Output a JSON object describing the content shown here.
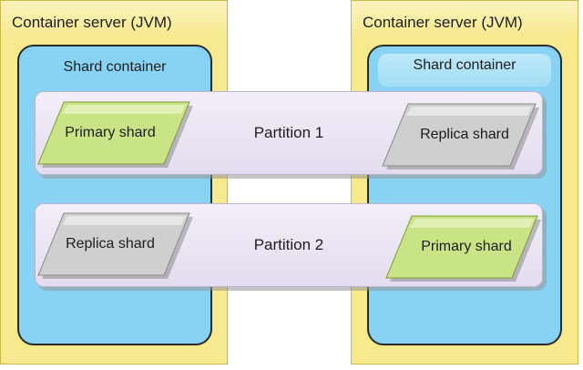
{
  "servers": [
    {
      "title": "Container server (JVM)",
      "shard_container": {
        "title": "Shard container"
      }
    },
    {
      "title": "Container server (JVM)",
      "shard_container": {
        "title": "Shard container"
      }
    }
  ],
  "partitions": [
    {
      "label": "Partition 1",
      "left_shard": {
        "label": "Primary shard",
        "kind": "primary"
      },
      "right_shard": {
        "label": "Replica shard",
        "kind": "replica"
      }
    },
    {
      "label": "Partition 2",
      "left_shard": {
        "label": "Replica shard",
        "kind": "replica"
      },
      "right_shard": {
        "label": "Primary shard",
        "kind": "primary"
      }
    }
  ],
  "colors": {
    "server_fill": "#f7e98e",
    "shard_container_fill": "#88d3f3",
    "partition_fill": "#ebe4f3",
    "primary_fill": "#c9e487",
    "replica_fill": "#cfcfcf"
  }
}
